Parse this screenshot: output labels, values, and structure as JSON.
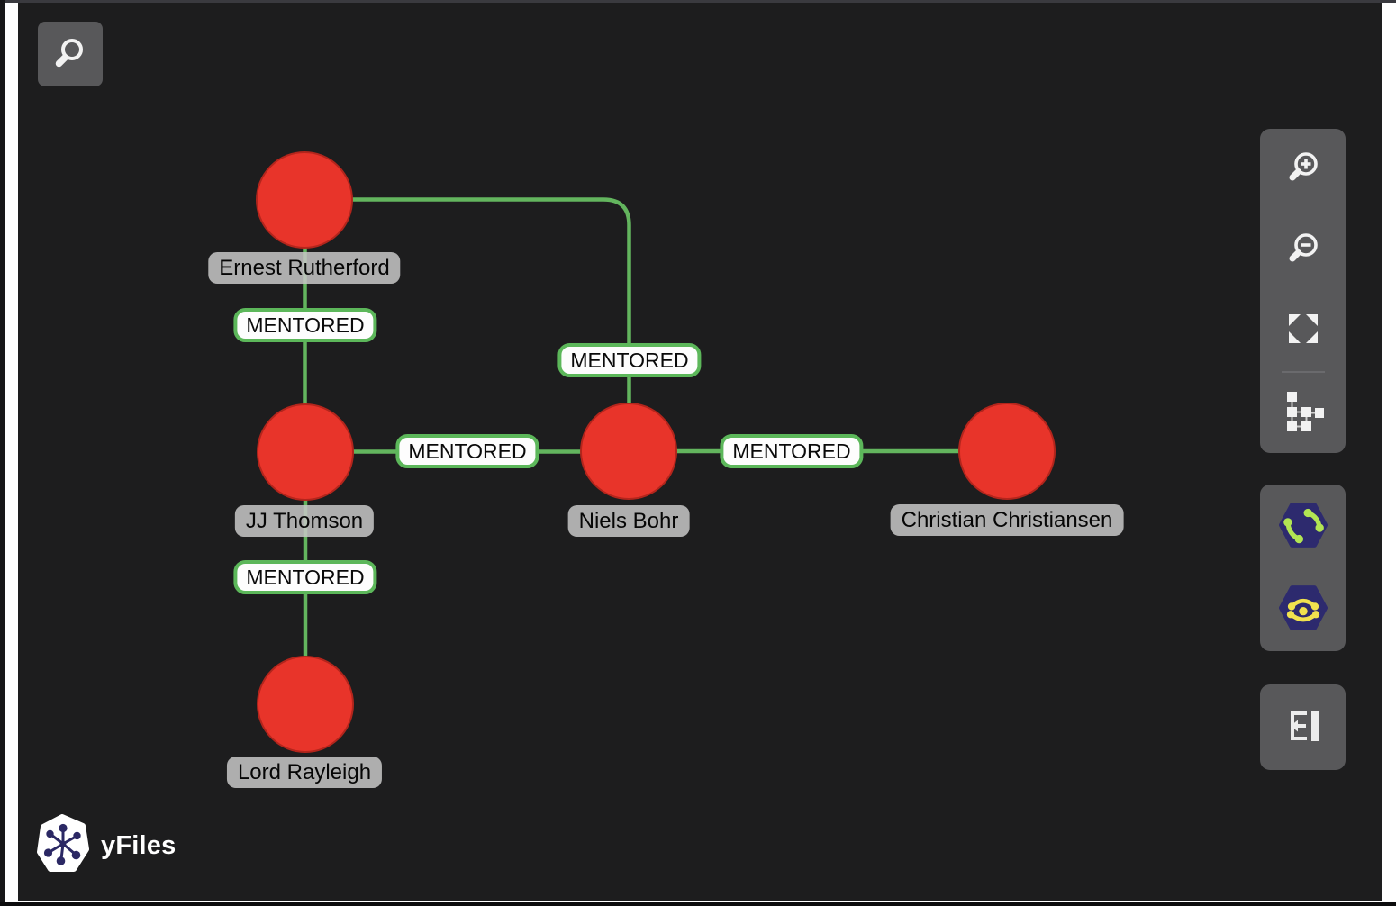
{
  "brand": {
    "name": "yFiles",
    "logo_icon": "yfiles-logo-icon"
  },
  "colors": {
    "canvas_bg": "#1d1d1e",
    "node_fill": "#e8342a",
    "node_stroke": "#b3251c",
    "edge": "#63b55e",
    "edge_label_border": "#5cb75a",
    "node_label_bg": "#c6c6c6",
    "toolbar_bg": "#58585a",
    "badge_bg": "#2d2a6e",
    "organic_icon_color": "#b2e553",
    "radial_icon_color": "#f1e24e"
  },
  "search": {
    "icon": "search-icon"
  },
  "graph": {
    "nodes": [
      {
        "label": "Ernest Rutherford"
      },
      {
        "label": "JJ Thomson"
      },
      {
        "label": "Niels Bohr"
      },
      {
        "label": "Christian Christiansen"
      },
      {
        "label": "Lord Rayleigh"
      }
    ],
    "edges": [
      {
        "a": "Ernest Rutherford",
        "b": "JJ Thomson",
        "label": "MENTORED"
      },
      {
        "a": "Ernest Rutherford",
        "b": "Niels Bohr",
        "label": "MENTORED"
      },
      {
        "a": "JJ Thomson",
        "b": "Niels Bohr",
        "label": "MENTORED"
      },
      {
        "a": "Niels Bohr",
        "b": "Christian Christiansen",
        "label": "MENTORED"
      },
      {
        "a": "JJ Thomson",
        "b": "Lord Rayleigh",
        "label": "MENTORED"
      }
    ]
  },
  "toolbar": {
    "buttons": [
      {
        "icon": "zoom-in-icon"
      },
      {
        "icon": "zoom-out-icon"
      },
      {
        "icon": "fit-content-icon"
      },
      {
        "icon": "hierarchic-layout-icon"
      }
    ]
  },
  "layout_toolbar": {
    "buttons": [
      {
        "icon": "organic-layout-icon"
      },
      {
        "icon": "radial-layout-icon"
      }
    ]
  },
  "panel": {
    "collapse_icon": "collapse-panel-icon"
  }
}
